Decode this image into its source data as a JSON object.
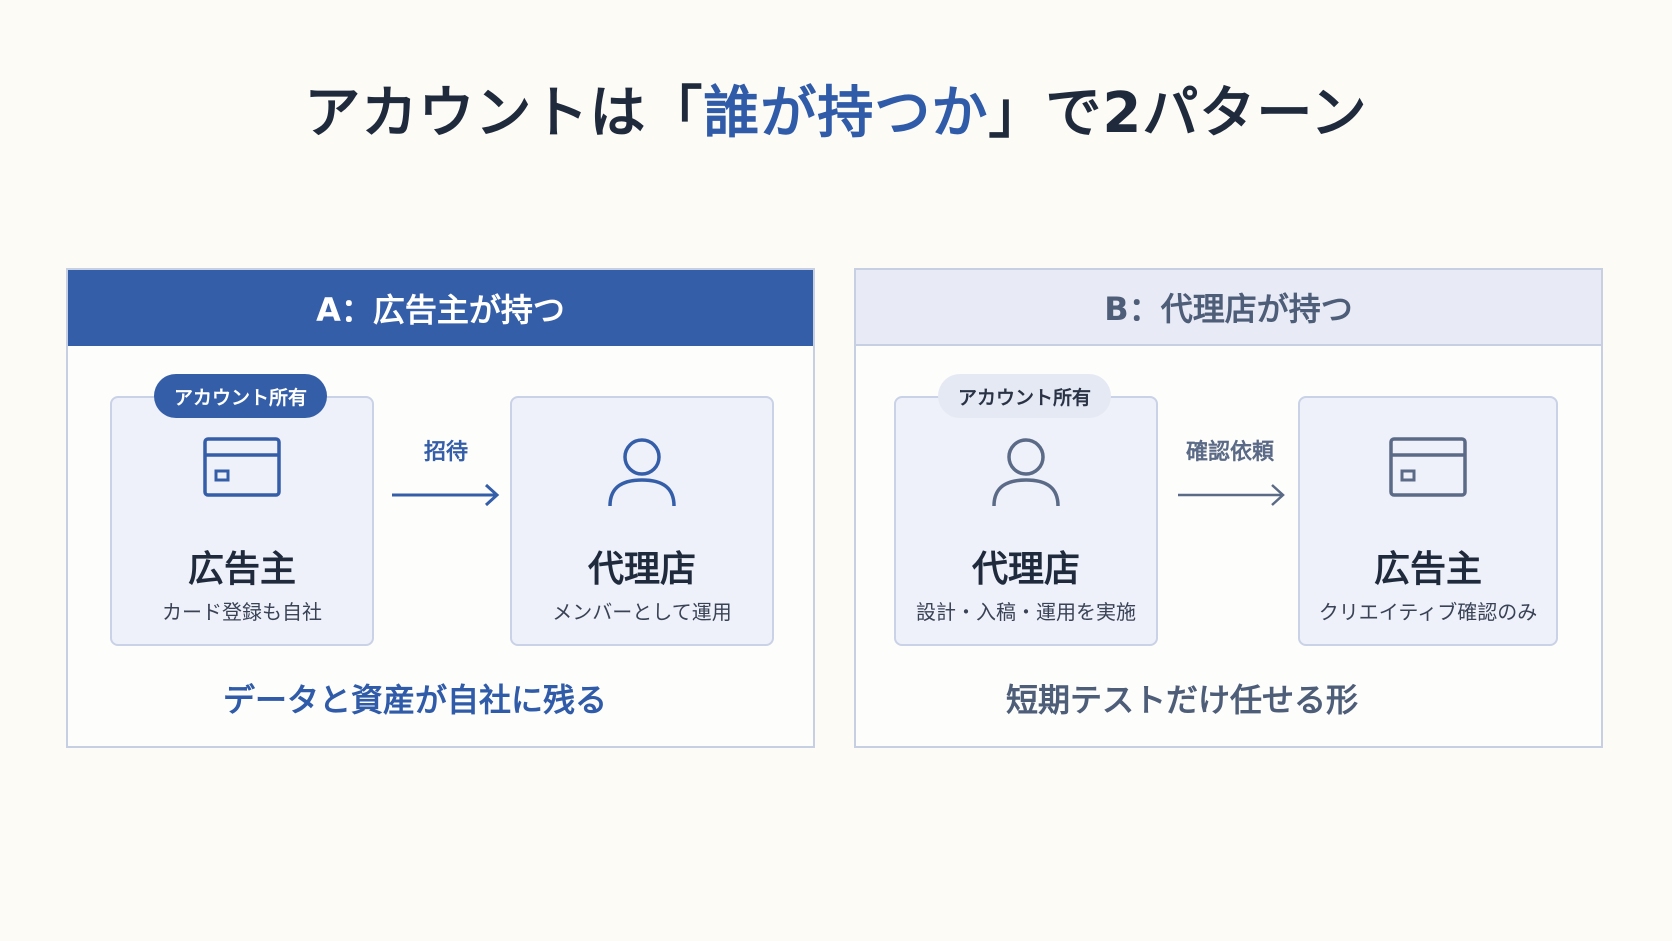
{
  "title": {
    "prefix": "アカウントは「",
    "highlight": "誰が持つか",
    "suffix": "」で2パターン"
  },
  "panels": [
    {
      "header": "A：広告主が持つ",
      "badge": "アカウント所有",
      "left_card": {
        "icon": "card-icon",
        "name": "広告主",
        "desc": "カード登録も自社"
      },
      "arrow_label": "招待",
      "right_card": {
        "icon": "person-icon",
        "name": "代理店",
        "desc": "メンバーとして運用"
      },
      "summary": "データと資産が自社に残る"
    },
    {
      "header": "B：代理店が持つ",
      "badge": "アカウント所有",
      "left_card": {
        "icon": "person-icon",
        "name": "代理店",
        "desc": "設計・入稿・運用を実施"
      },
      "arrow_label": "確認依頼",
      "right_card": {
        "icon": "card-icon",
        "name": "広告主",
        "desc": "クリエイティブ確認のみ"
      },
      "summary": "短期テストだけ任せる形"
    }
  ],
  "colors": {
    "background": "#fcfbf6",
    "accent_blue": "#355ea9",
    "muted_header": "#e8ebf5",
    "card_bg": "#eef1f9",
    "dark_text": "#1f2a3c"
  }
}
